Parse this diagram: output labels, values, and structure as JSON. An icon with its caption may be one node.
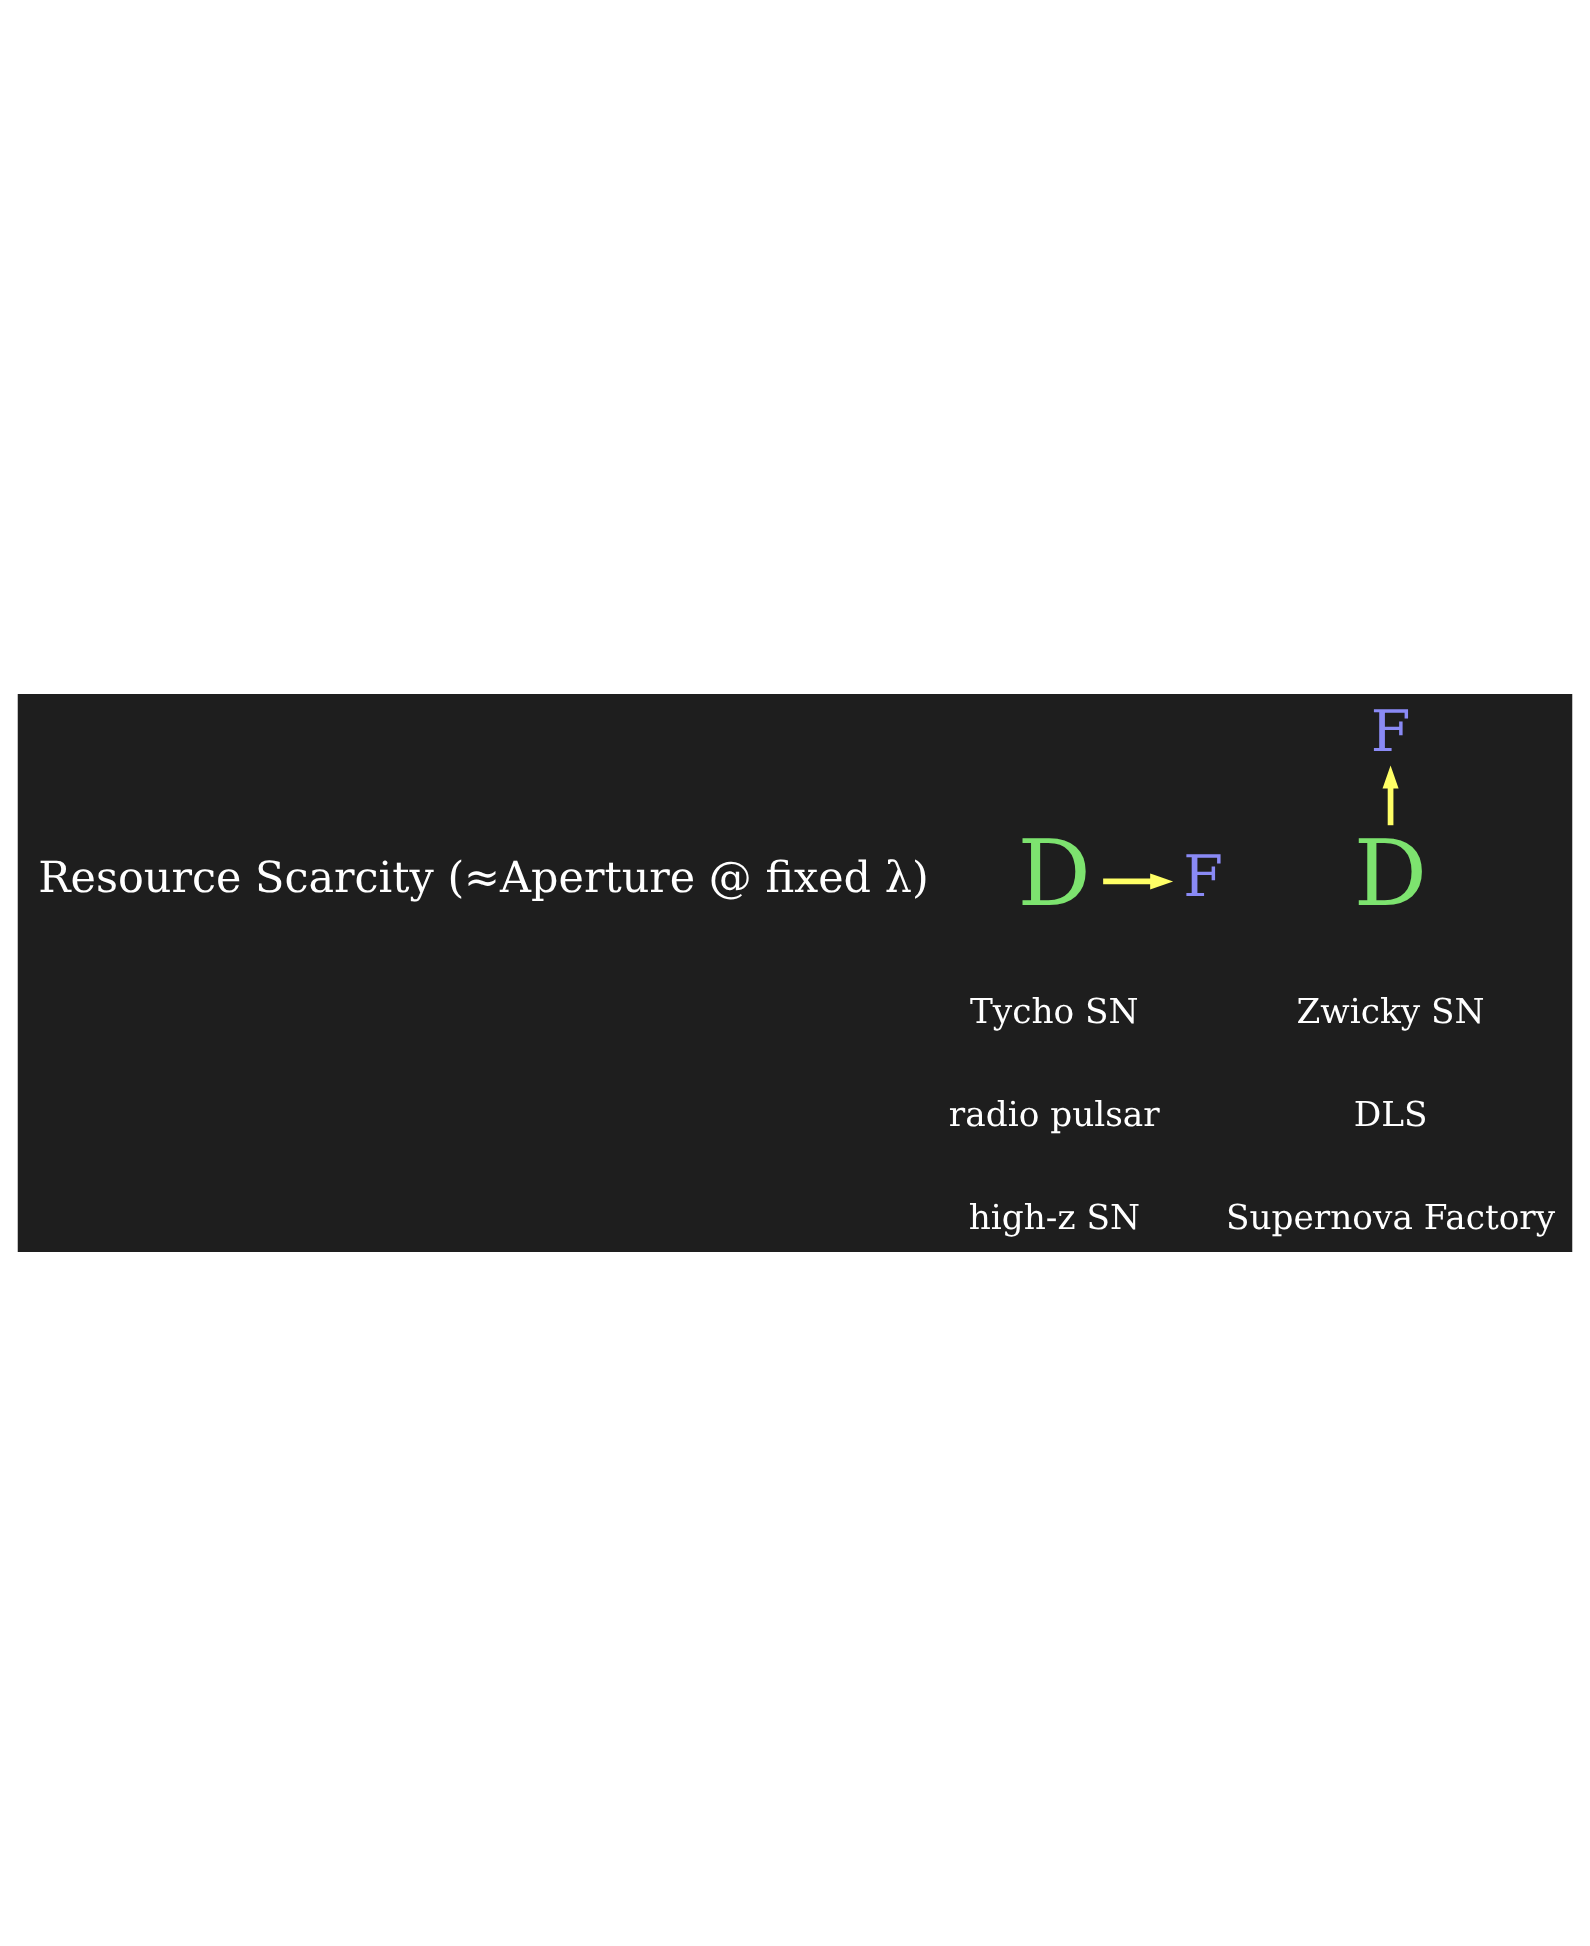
{
  "diagram": {
    "nodes": [
      {
        "text": [
          "D"
        ]
      },
      {
        "text": [
          "F"
        ]
      },
      {
        "text": [
          "D"
        ]
      },
      {
        "text": [
          "F"
        ]
      }
    ],
    "edges": [
      {
        "from": 0,
        "to": 1,
        "arrow": "to"
      },
      {
        "from": 2,
        "to": 3,
        "arrow": "to"
      }
    ],
    "labels": [
      "Resource Scarcity (≈Aperture @ fixed λ)",
      "Tycho SN",
      "radio pulsar",
      "high-z SN",
      "Zwicky SN",
      "DLS",
      "Supernova Factory"
    ]
  }
}
